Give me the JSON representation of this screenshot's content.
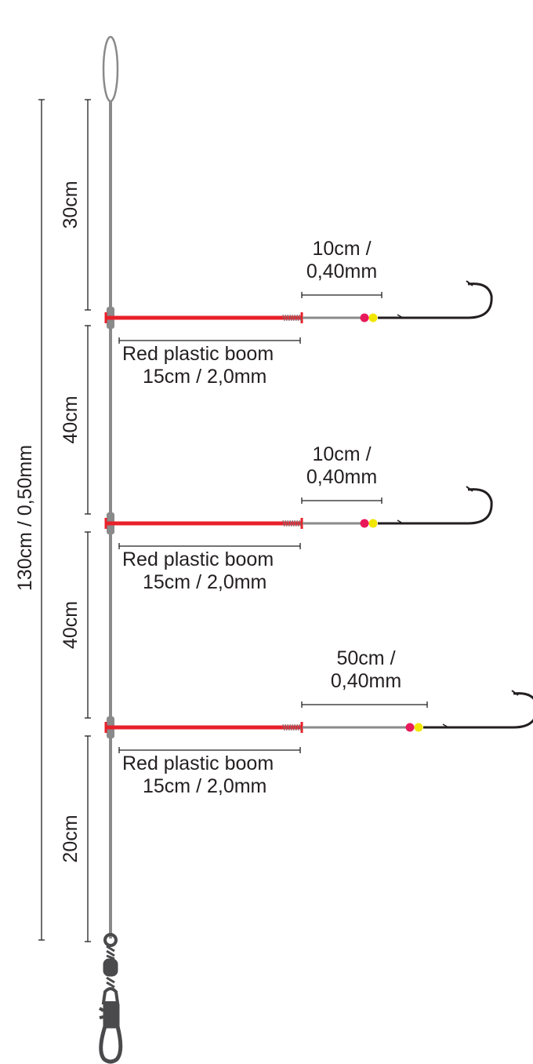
{
  "total_label": "130cm / 0,50mm",
  "segments": [
    {
      "label": "30cm"
    },
    {
      "label": "40cm"
    },
    {
      "label": "40cm"
    },
    {
      "label": "20cm"
    }
  ],
  "booms": [
    {
      "line1": "Red plastic boom",
      "line2": "15cm / 2,0mm",
      "leader_line1": "10cm /",
      "leader_line2": "0,40mm"
    },
    {
      "line1": "Red plastic boom",
      "line2": "15cm / 2,0mm",
      "leader_line1": "10cm /",
      "leader_line2": "0,40mm"
    },
    {
      "line1": "Red plastic boom",
      "line2": "15cm / 2,0mm",
      "leader_line1": "50cm /",
      "leader_line2": "0,40mm"
    }
  ],
  "colors": {
    "boom": "#e8202a",
    "line": "#8a8a8a",
    "bead1": "#e8195a",
    "bead2": "#f2e600",
    "hook": "#231f20",
    "swivel": "#4a4a4c"
  }
}
